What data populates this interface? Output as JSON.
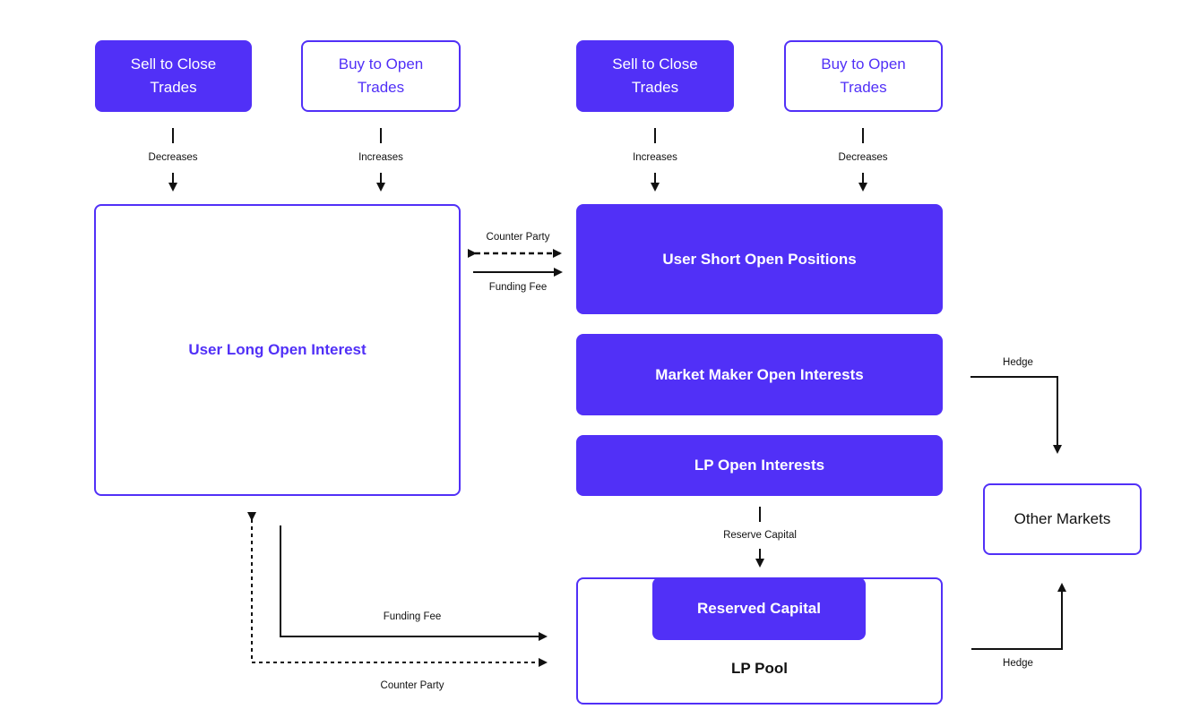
{
  "colors": {
    "accent": "#5130f7",
    "line": "#111111"
  },
  "top_boxes": {
    "left_sell": "Sell to Close Trades",
    "left_buy": "Buy to Open Trades",
    "right_sell": "Sell to Close Trades",
    "right_buy": "Buy to Open Trades"
  },
  "connectors": {
    "left_sell": "Decreases",
    "left_buy": "Increases",
    "right_sell": "Increases",
    "right_buy": "Decreases",
    "counter_party_top": "Counter Party",
    "funding_fee_top": "Funding Fee",
    "hedge_top": "Hedge",
    "reserve_capital": "Reserve Capital",
    "funding_fee_bottom": "Funding Fee",
    "counter_party_bottom": "Counter Party",
    "hedge_bottom": "Hedge"
  },
  "nodes": {
    "user_long": "User Long Open Interest",
    "user_short": "User Short Open Positions",
    "market_maker": "Market Maker Open Interests",
    "lp_open": "LP Open Interests",
    "reserved_capital": "Reserved Capital",
    "lp_pool": "LP Pool",
    "other_markets": "Other Markets"
  }
}
